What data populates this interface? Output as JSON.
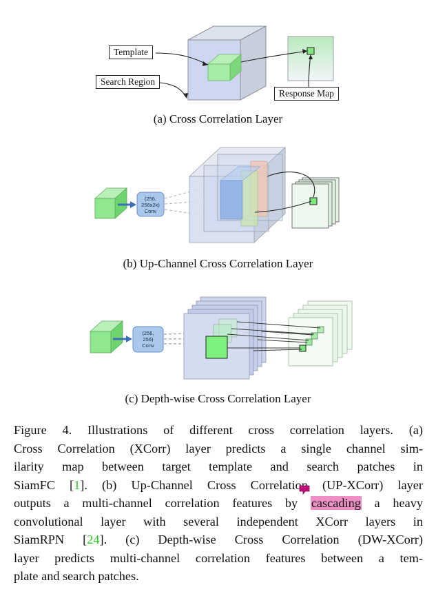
{
  "panel_a": {
    "labels": {
      "template": "Template",
      "search_region": "Search Region",
      "response_map": "Response Map"
    },
    "caption": "(a)  Cross Correlation Layer"
  },
  "panel_b": {
    "conv_label": [
      "(256,",
      "256x2k)",
      "Conv"
    ],
    "caption": "(b)  Up-Channel Cross Correlation Layer"
  },
  "panel_c": {
    "conv_label": [
      "(256,",
      "256)",
      "Conv"
    ],
    "caption": "(c)  Depth-wise Cross Correlation Layer"
  },
  "figure_caption": {
    "l1": "Figure 4. Illustrations of different cross correlation layers.  (a)",
    "l2": "Cross Correlation (XCorr) layer predicts a single channel sim-",
    "l3": "ilarity map between target template and search patches in",
    "l4_pre": "SiamFC [",
    "ref1": "1",
    "l4_post": "]. (b) Up-Channel Cross Correlation (UP-XCorr) layer",
    "l5_pre": "outputs a multi-channel correlation features by ",
    "highlight": "cascading",
    "l5_post": " a heavy",
    "l6": "convolutional layer with several independent XCorr layers in",
    "l7_pre": "SiamRPN [",
    "ref2": "24",
    "l7_post": "].  (c) Depth-wise Cross Correlation (DW-XCorr)",
    "l8": "layer predicts multi-channel correlation features between a tem-",
    "l9": "plate and search patches."
  },
  "colors": {
    "highlight": "#ee8fc4",
    "citation": "#1fcc1f",
    "annotation_marker": "#c0107a"
  }
}
